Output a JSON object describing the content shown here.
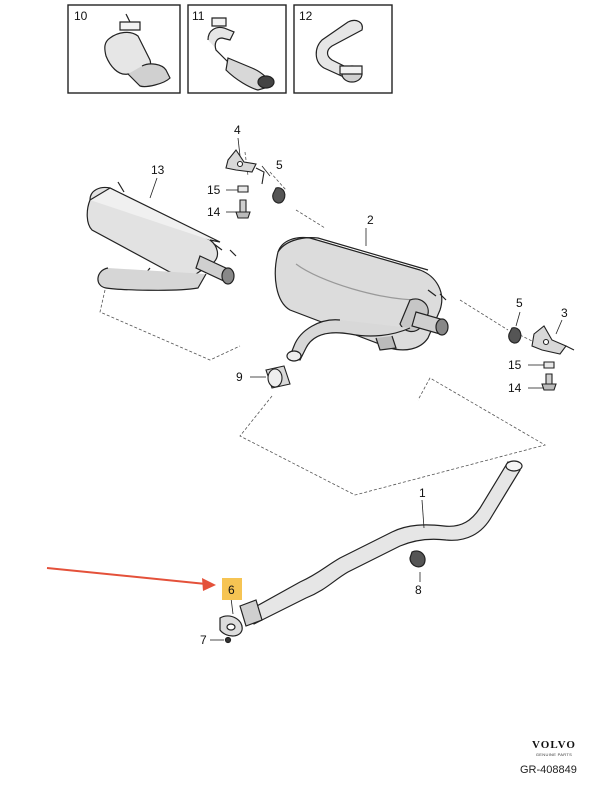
{
  "inset_boxes": [
    {
      "number": "10"
    },
    {
      "number": "11"
    },
    {
      "number": "12"
    }
  ],
  "callouts": {
    "p1": "1",
    "p2": "2",
    "p3": "3",
    "p4": "4",
    "p5a": "5",
    "p5b": "5",
    "p6": "6",
    "p7": "7",
    "p8": "8",
    "p9": "9",
    "p13": "13",
    "p14a": "14",
    "p14b": "14",
    "p15a": "15",
    "p15b": "15"
  },
  "highlight": {
    "part": "6",
    "color": "#f6c453",
    "arrow_color": "#e4513a"
  },
  "brand": {
    "name": "VOLVO",
    "tagline": "GENUINE PARTS"
  },
  "reference": "GR-408849"
}
